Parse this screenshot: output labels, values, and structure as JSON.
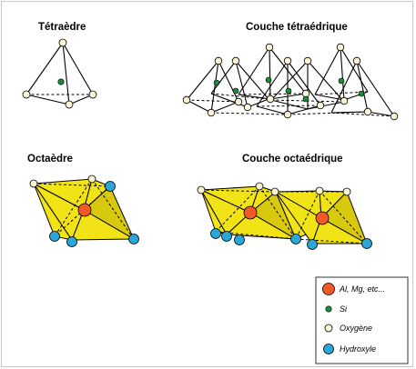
{
  "titles": {
    "tetraedre": "Tétraèdre",
    "couche_tetraedrique": "Couche  tétraédrique",
    "octaedre": "Octaèdre",
    "couche_octaedrique": "Couche  octaédrique"
  },
  "legend": {
    "items": [
      {
        "label": "Al, Mg, etc...",
        "color": "#f05a28"
      },
      {
        "label": "Si",
        "color": "#1f8a3e"
      },
      {
        "label": "Oxygène",
        "color": "#fbf6d6"
      },
      {
        "label": "Hydroxyle",
        "color": "#2aa7d8"
      }
    ]
  },
  "colors": {
    "cation": "#f05a28",
    "silicon": "#1f8a3e",
    "oxygen": "#fbf6d6",
    "hydroxyl": "#2aa7d8",
    "octa_face": "#f2e316"
  }
}
